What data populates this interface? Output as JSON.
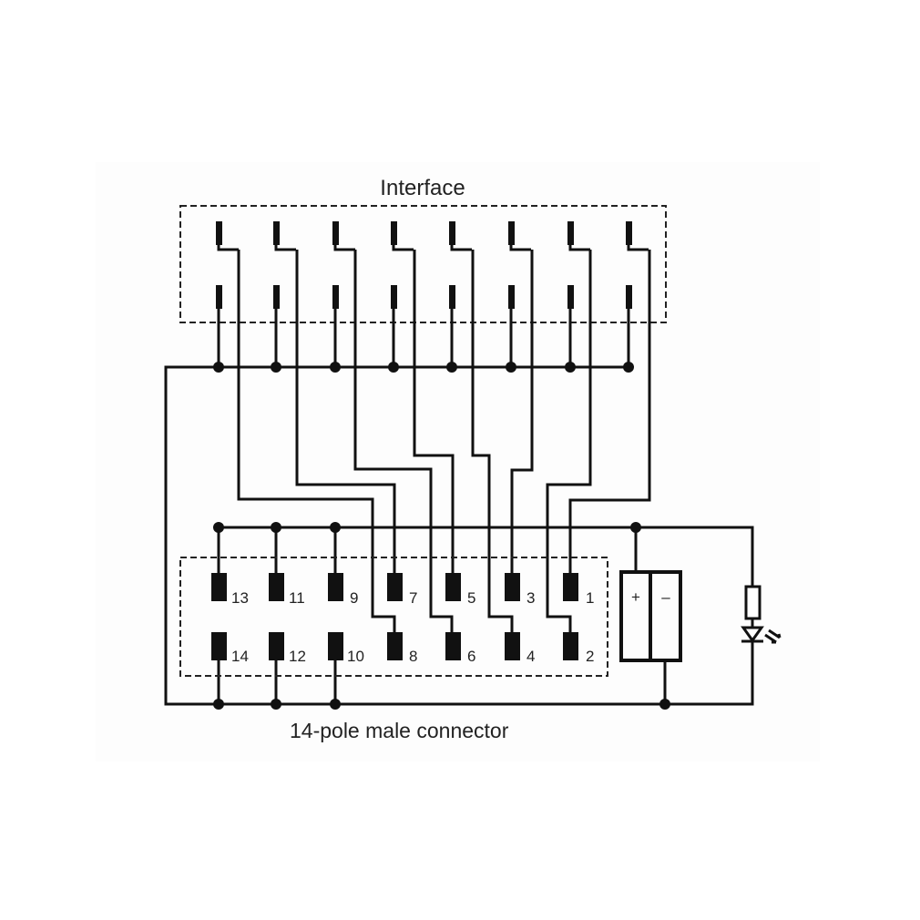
{
  "interface_label": "Interface",
  "connector_label": "14-pole male connector",
  "pins": {
    "p1": "1",
    "p2": "2",
    "p3": "3",
    "p4": "4",
    "p5": "5",
    "p6": "6",
    "p7": "7",
    "p8": "8",
    "p9": "9",
    "p10": "10",
    "p11": "11",
    "p12": "12",
    "p13": "13",
    "p14": "14"
  },
  "supply": {
    "plus": "+",
    "minus": "–"
  },
  "colors": {
    "line": "#111111",
    "background": "#ffffff"
  }
}
